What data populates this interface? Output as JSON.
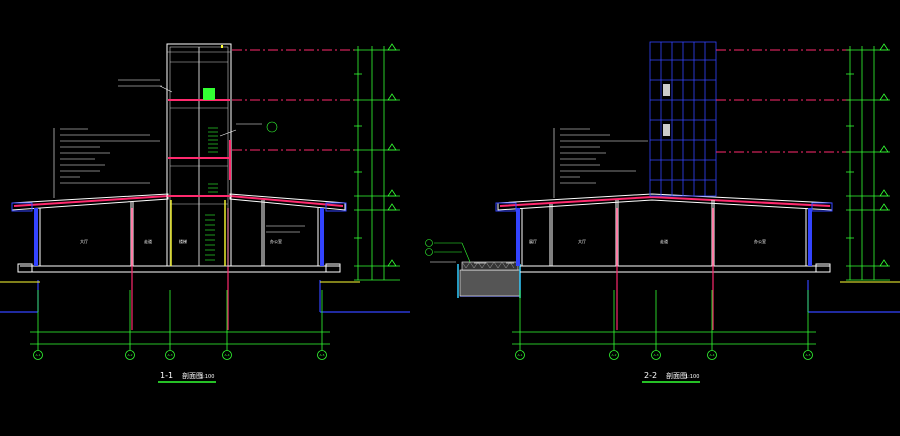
{
  "colors": {
    "background": "#000000",
    "dimension": "#33ff33",
    "structure": "#ffffff",
    "section": "#ff2a6e",
    "blue": "#3344ff",
    "cyan": "#33ccff",
    "yellow": "#ffff33",
    "gray": "#cccccc"
  },
  "drawings": [
    {
      "title_number": "1-1",
      "title_text": "剖面图",
      "title_scale": "1:100",
      "axis_labels": [
        "A-1",
        "A-2",
        "A-3",
        "A-4",
        "A-5"
      ],
      "room_labels": [
        "大厅",
        "走道",
        "楼梯",
        "办公室"
      ]
    },
    {
      "title_number": "2-2",
      "title_text": "剖面图",
      "title_scale": "1:100",
      "axis_labels": [
        "A-1",
        "A-2",
        "A-3",
        "A-4",
        "A-5"
      ],
      "room_labels": [
        "展厅",
        "大厅",
        "走道",
        "办公室"
      ]
    }
  ]
}
